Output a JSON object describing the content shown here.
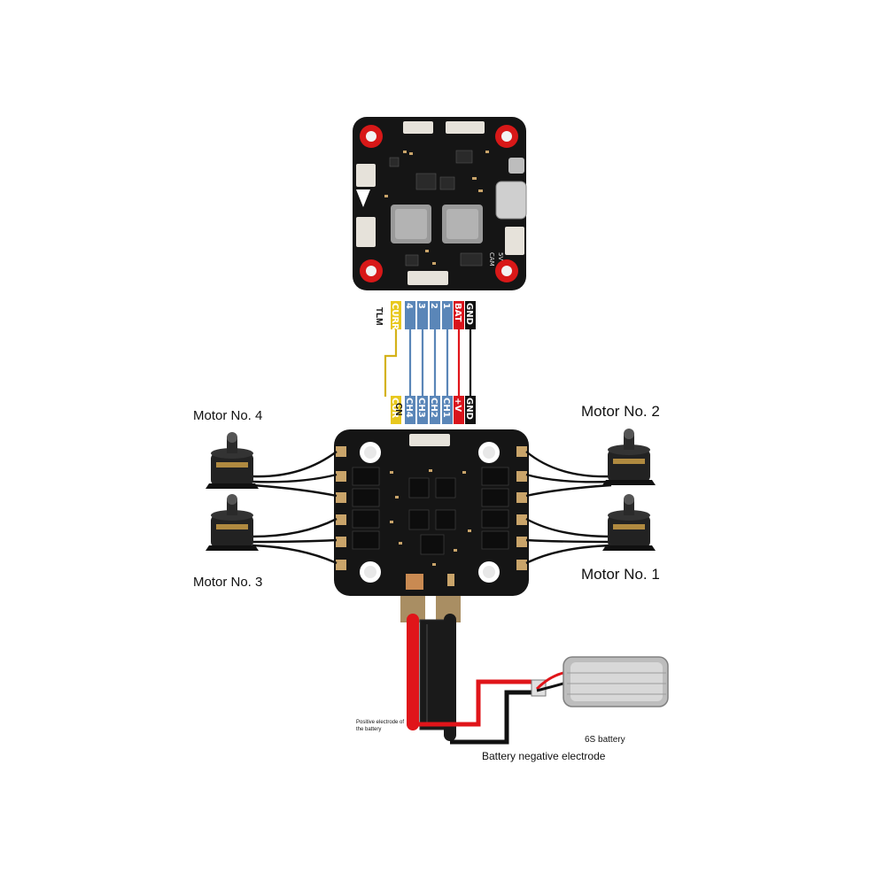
{
  "labels": {
    "motor4": "Motor No. 4",
    "motor3": "Motor No. 3",
    "motor2": "Motor No. 2",
    "motor1": "Motor No. 1",
    "positive_electrode": "Positive electrode of the battery",
    "negative_electrode": "Battery negative electrode",
    "battery": "6S battery",
    "tlm": "TLM",
    "cn": "CN"
  },
  "fc_pins": [
    {
      "text": "CURR",
      "color": "#e8c81e"
    },
    {
      "text": "4",
      "color": "#5a86b8"
    },
    {
      "text": "3",
      "color": "#5a86b8"
    },
    {
      "text": "2",
      "color": "#5a86b8"
    },
    {
      "text": "1",
      "color": "#5a86b8"
    },
    {
      "text": "BAT",
      "color": "#d9141c"
    },
    {
      "text": "GND",
      "color": "#111111"
    }
  ],
  "esc_pins": [
    {
      "text": "CUR",
      "color": "#e8c81e"
    },
    {
      "text": "CH4",
      "color": "#5a86b8"
    },
    {
      "text": "CH3",
      "color": "#5a86b8"
    },
    {
      "text": "CH2",
      "color": "#5a86b8"
    },
    {
      "text": "CH1",
      "color": "#5a86b8"
    },
    {
      "text": "+V",
      "color": "#d9141c"
    },
    {
      "text": "GND",
      "color": "#111111"
    }
  ],
  "fc_board": {
    "silk_cam": "CAM",
    "silk_5v": "5V"
  },
  "colors": {
    "board": "#151515",
    "pad_red": "#d81818",
    "wire_red": "#e0151a",
    "wire_black": "#111111",
    "signal_blue": "#5a86b8",
    "curr_yellow": "#d4b21a"
  }
}
